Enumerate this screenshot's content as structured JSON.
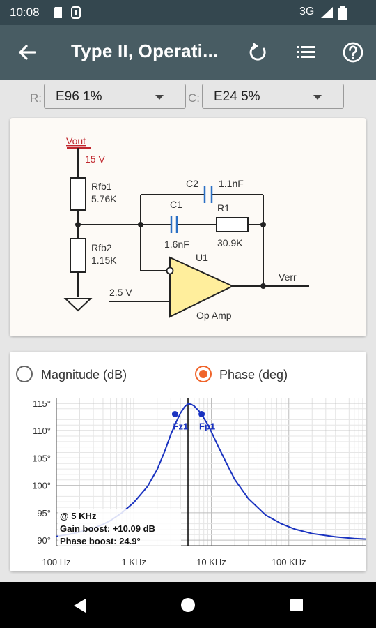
{
  "status_bar": {
    "time": "10:08",
    "network": "3G"
  },
  "app_bar": {
    "title": "Type II, Operati..."
  },
  "selectors": {
    "r_label": "R:",
    "r_value": "E96 1%",
    "c_label": "C:",
    "c_value": "E24 5%"
  },
  "circuit": {
    "vout": "Vout",
    "vout_voltage": "15 V",
    "rfb1_name": "Rfb1",
    "rfb1_value": "5.76K",
    "rfb2_name": "Rfb2",
    "rfb2_value": "1.15K",
    "c2_name": "C2",
    "c2_value": "1.1nF",
    "c1_name": "C1",
    "c1_value": "1.6nF",
    "r1_name": "R1",
    "r1_value": "30.9K",
    "u1_name": "U1",
    "u1_label": "Op Amp",
    "vref": "2.5 V",
    "verr": "Verr"
  },
  "plot_mode": {
    "magnitude_label": "Magnitude (dB)",
    "phase_label": "Phase (deg)",
    "selected": "phase"
  },
  "chart_data": {
    "type": "line",
    "xscale": "log",
    "xlim": [
      100,
      1000000
    ],
    "ylim": [
      89,
      116
    ],
    "x_ticks": [
      {
        "value": 100,
        "label": "100 Hz"
      },
      {
        "value": 1000,
        "label": "1 KHz"
      },
      {
        "value": 10000,
        "label": "10 KHz"
      },
      {
        "value": 100000,
        "label": "100 KHz"
      }
    ],
    "y_ticks": [
      {
        "value": 90,
        "label": "90°"
      },
      {
        "value": 95,
        "label": "95°"
      },
      {
        "value": 100,
        "label": "100°"
      },
      {
        "value": 105,
        "label": "105°"
      },
      {
        "value": 110,
        "label": "110°"
      },
      {
        "value": 115,
        "label": "115°"
      }
    ],
    "series": [
      {
        "color": "#1a33c0",
        "points": [
          [
            100,
            90.7
          ],
          [
            150,
            91.1
          ],
          [
            200,
            91.5
          ],
          [
            300,
            92.2
          ],
          [
            400,
            92.9
          ],
          [
            500,
            93.6
          ],
          [
            700,
            95.0
          ],
          [
            1000,
            96.9
          ],
          [
            1500,
            99.8
          ],
          [
            2000,
            102.9
          ],
          [
            2500,
            106.2
          ],
          [
            3000,
            109.3
          ],
          [
            3500,
            111.5
          ],
          [
            4000,
            113.2
          ],
          [
            4500,
            114.3
          ],
          [
            5000,
            114.9
          ],
          [
            5500,
            114.8
          ],
          [
            6000,
            114.5
          ],
          [
            7000,
            113.5
          ],
          [
            8000,
            112.3
          ],
          [
            9000,
            111.1
          ],
          [
            10000,
            109.8
          ],
          [
            12000,
            107.4
          ],
          [
            15000,
            104.6
          ],
          [
            20000,
            101.1
          ],
          [
            30000,
            97.6
          ],
          [
            50000,
            94.6
          ],
          [
            80000,
            93.0
          ],
          [
            120000,
            92.0
          ],
          [
            200000,
            91.2
          ],
          [
            400000,
            90.6
          ],
          [
            700000,
            90.3
          ],
          [
            1000000,
            90.2
          ]
        ]
      }
    ],
    "markers": [
      {
        "label": "Fz1",
        "x": 3400,
        "y": 113.0
      },
      {
        "label": "Fp1",
        "x": 7500,
        "y": 113.0
      }
    ],
    "crosshair_x": 5000,
    "annotation": {
      "freq": "@ 5 KHz",
      "gain": "Gain boost: +10.09 dB",
      "phase": "Phase boost: 24.9°"
    },
    "grid": true,
    "colors": {
      "accent": "#f0642a",
      "curve": "#1a33c0"
    }
  }
}
